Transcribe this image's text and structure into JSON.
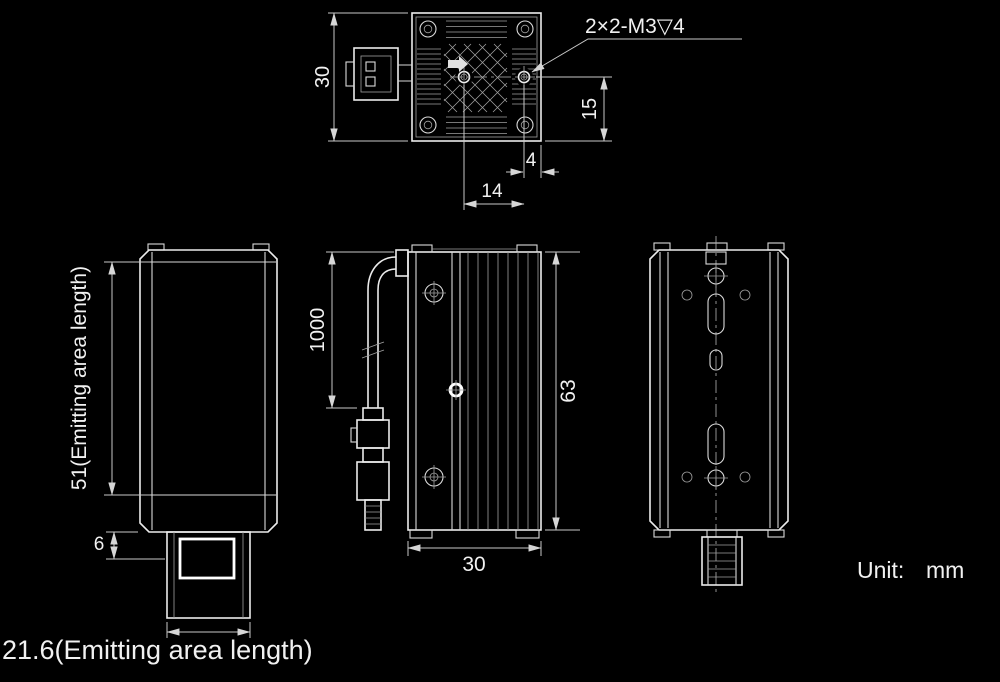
{
  "unit_note": {
    "label": "Unit:",
    "value": "mm"
  },
  "views": {
    "top": {
      "dim_height": "30",
      "callout": "2×2-M3▽4",
      "dim_hole_to_bottom": "15",
      "dim_hole_to_edge": "4",
      "dim_hole_pitch": "14"
    },
    "front": {
      "dim_emitting_len_v": "51(Emitting area length)",
      "dim_window_offset": "6",
      "dim_emitting_len_h": "21.6(Emitting area length)"
    },
    "side": {
      "dim_cable_length": "1000",
      "dim_height": "63",
      "dim_width": "30"
    }
  },
  "colors": {
    "background": "#000000",
    "object_line": "#ececec",
    "dimension_line": "#c9c9c9",
    "text": "#f1f1f1"
  }
}
